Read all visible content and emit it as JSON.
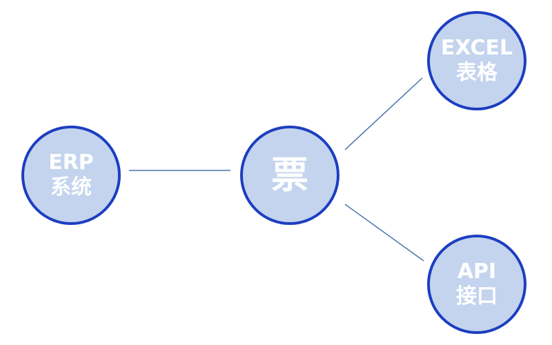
{
  "colors": {
    "node_fill": "#c4d4ee",
    "node_border": "#1c3ec0",
    "node_text": "#ffffff",
    "edge": "#4872b0"
  },
  "nodes": {
    "erp": {
      "line1": "ERP",
      "line2": "系统"
    },
    "piao": {
      "line1": "票"
    },
    "excel": {
      "line1": "EXCEL",
      "line2": "表格"
    },
    "api": {
      "line1": "API",
      "line2": "接口"
    }
  }
}
